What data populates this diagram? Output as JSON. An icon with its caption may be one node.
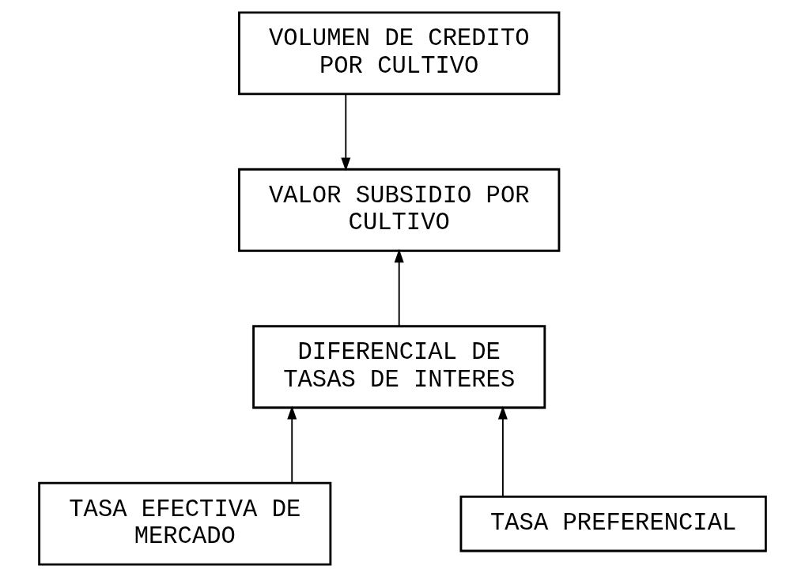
{
  "diagram": {
    "nodes": [
      {
        "text": [
          "VOLUMEN DE CREDITO POR CULTIVO"
        ]
      },
      {
        "text": [
          "VALOR SUBSIDIO POR CULTIVO"
        ]
      },
      {
        "text": [
          "DIFERENCIAL DE TASAS DE INTERES"
        ]
      },
      {
        "text": [
          "TASA EFECTIVA DE MERCADO"
        ]
      },
      {
        "text": [
          "TASA PREFERENCIAL"
        ]
      }
    ],
    "edges": [
      {
        "from": 0,
        "to": 1,
        "arrow": "to"
      },
      {
        "from": 2,
        "to": 1,
        "arrow": "to"
      },
      {
        "from": 3,
        "to": 2,
        "arrow": "to"
      },
      {
        "from": 4,
        "to": 2,
        "arrow": "to"
      }
    ]
  }
}
